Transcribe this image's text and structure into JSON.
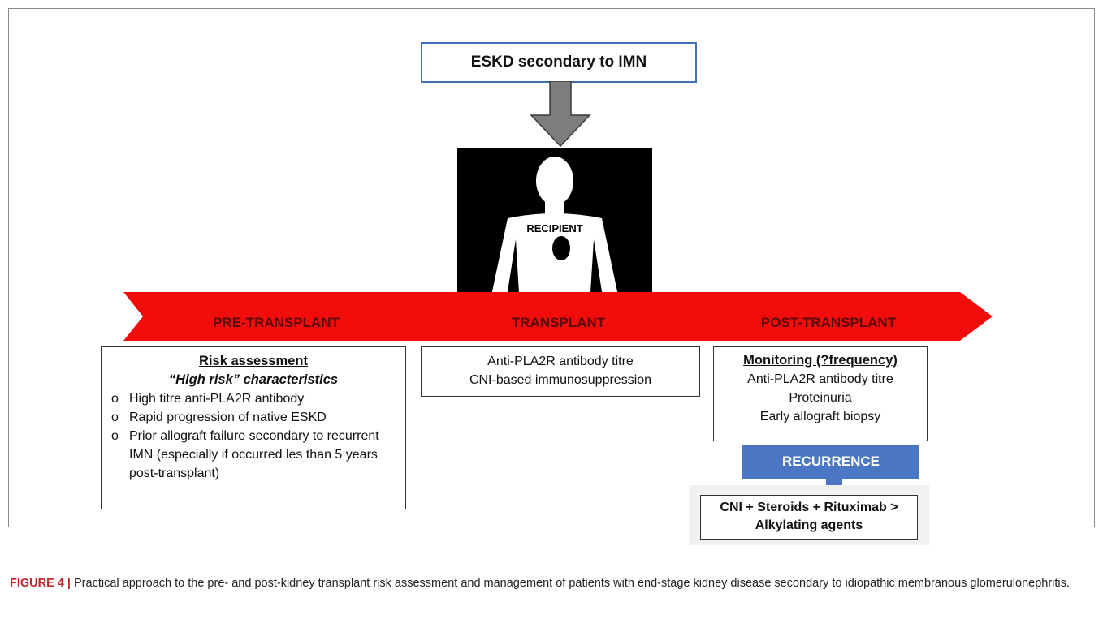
{
  "diagram": {
    "top_box": "ESKD secondary to IMN",
    "recipient_label": "RECIPIENT",
    "phases": {
      "pre": "PRE-TRANSPLANT",
      "transplant": "TRANSPLANT",
      "post": "POST-TRANSPLANT"
    },
    "pre_box": {
      "heading": "Risk assessment",
      "subheading": "“High risk” characteristics",
      "bullet_symbol": "o",
      "items": [
        "High titre anti-PLA2R antibody",
        "Rapid progression of native ESKD",
        "Prior allograft failure secondary to recurrent IMN (especially if occurred les than 5 years post-transplant)"
      ]
    },
    "transplant_box": {
      "lines": [
        "Anti-PLA2R antibody titre",
        "CNI-based immunosuppression"
      ]
    },
    "post_box": {
      "heading": "Monitoring (?frequency)",
      "lines": [
        "Anti-PLA2R antibody titre",
        "Proteinuria",
        "Early allograft biopsy"
      ]
    },
    "recurrence": "RECURRENCE",
    "treatment": {
      "lines": [
        "CNI + Steroids + Rituximab >",
        "Alkylating agents"
      ]
    },
    "colors": {
      "arrow_red": "#f20d0d",
      "phase_text": "#5c0a0a",
      "top_box_border": "#3f6eb5",
      "recurrence_blue": "#4a76c4",
      "down_arrow_gray": "#7d7d7d"
    }
  },
  "caption": {
    "label": "FIGURE 4 |",
    "text": "Practical approach to the pre- and post-kidney transplant risk assessment and management of patients with end-stage kidney disease secondary to idiopathic membranous glomerulonephritis."
  }
}
